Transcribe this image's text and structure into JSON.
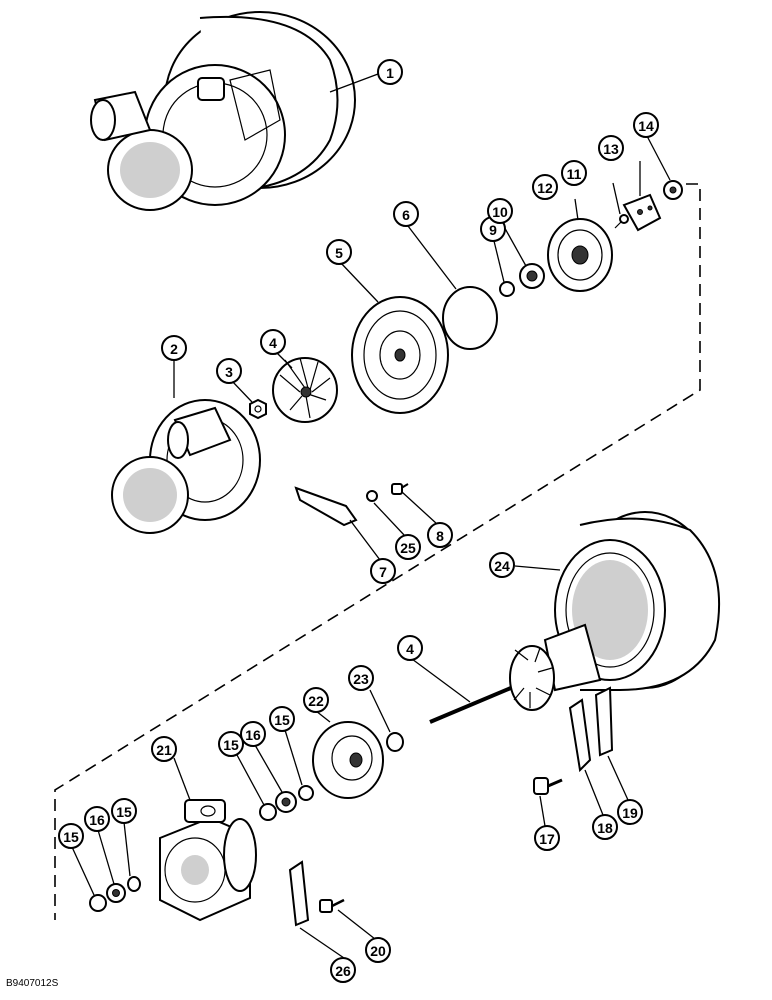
{
  "drawing_code": "B9407012S",
  "callouts": [
    {
      "id": "c1",
      "label": "1"
    },
    {
      "id": "c2",
      "label": "2"
    },
    {
      "id": "c3",
      "label": "3"
    },
    {
      "id": "c4a",
      "label": "4"
    },
    {
      "id": "c5",
      "label": "5"
    },
    {
      "id": "c6",
      "label": "6"
    },
    {
      "id": "c7",
      "label": "7"
    },
    {
      "id": "c8",
      "label": "8"
    },
    {
      "id": "c9",
      "label": "9"
    },
    {
      "id": "c10",
      "label": "10"
    },
    {
      "id": "c11",
      "label": "11"
    },
    {
      "id": "c12",
      "label": "12"
    },
    {
      "id": "c13",
      "label": "13"
    },
    {
      "id": "c14",
      "label": "14"
    },
    {
      "id": "c25",
      "label": "25"
    },
    {
      "id": "c24",
      "label": "24"
    },
    {
      "id": "c4b",
      "label": "4"
    },
    {
      "id": "c23",
      "label": "23"
    },
    {
      "id": "c22",
      "label": "22"
    },
    {
      "id": "c15a",
      "label": "15"
    },
    {
      "id": "c16a",
      "label": "16"
    },
    {
      "id": "c15b",
      "label": "15"
    },
    {
      "id": "c21",
      "label": "21"
    },
    {
      "id": "c15c",
      "label": "15"
    },
    {
      "id": "c16b",
      "label": "16"
    },
    {
      "id": "c15d",
      "label": "15"
    },
    {
      "id": "c17",
      "label": "17"
    },
    {
      "id": "c18",
      "label": "18"
    },
    {
      "id": "c19",
      "label": "19"
    },
    {
      "id": "c20",
      "label": "20"
    },
    {
      "id": "c26",
      "label": "26"
    }
  ]
}
